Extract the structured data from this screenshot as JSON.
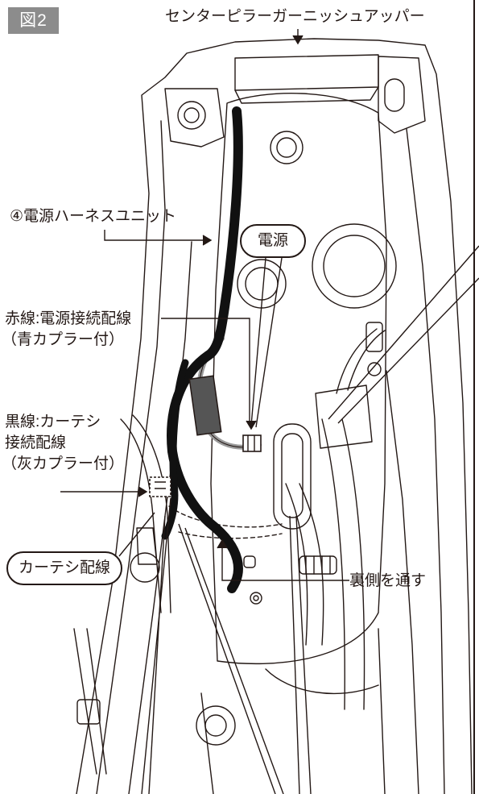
{
  "figure": {
    "badge": "図2"
  },
  "labels": {
    "top_part": "センターピラーガーニッシュアッパー",
    "harness_unit": "④電源ハーネスユニット",
    "red_wire_line1": "赤線:電源接続配線",
    "red_wire_line2": "（青カプラー付）",
    "black_wire_line1": "黒線:カーテシ",
    "black_wire_line2": "接続配線",
    "black_wire_line3": "（灰カプラー付）",
    "through_back": "裏側を通す"
  },
  "callouts": {
    "power": "電源",
    "courtesy_wiring": "カーテシ配線"
  },
  "colors": {
    "line": "#231815",
    "badge_bg": "#8c8c8c",
    "harness": "#111111",
    "grey_wire": "#9a9a9a",
    "filter": "#555555"
  }
}
